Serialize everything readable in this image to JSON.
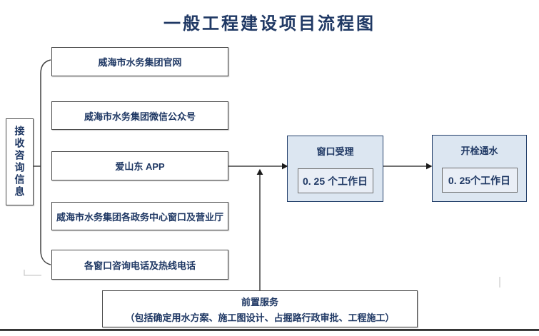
{
  "title": "一般工程建设项目流程图",
  "colors": {
    "navy": "#1F3864",
    "box_border": "#4A4A4A",
    "stage_border": "#24406B",
    "blue_fill": "#DCE6F1",
    "inner_fill": "#E9EEF6",
    "line": "#404040"
  },
  "receive_box": {
    "label": "接收咨询信息"
  },
  "channels": [
    {
      "label": "威海市水务集团官网"
    },
    {
      "label": "威海市水务集团微信公众号"
    },
    {
      "label": "爱山东 APP"
    },
    {
      "label": "威海市水务集团各政务中心窗口及营业厅"
    },
    {
      "label": "各窗口咨询电话及热线电话"
    }
  ],
  "stages": [
    {
      "title": "窗口受理",
      "duration": "0. 25 个工作日"
    },
    {
      "title": "开栓通水",
      "duration": "0. 25个工作日"
    }
  ],
  "pre_service": {
    "title": "前置服务",
    "detail": "（包括确定用水方案、施工图设计、占掘路行政审批、工程施工）"
  }
}
